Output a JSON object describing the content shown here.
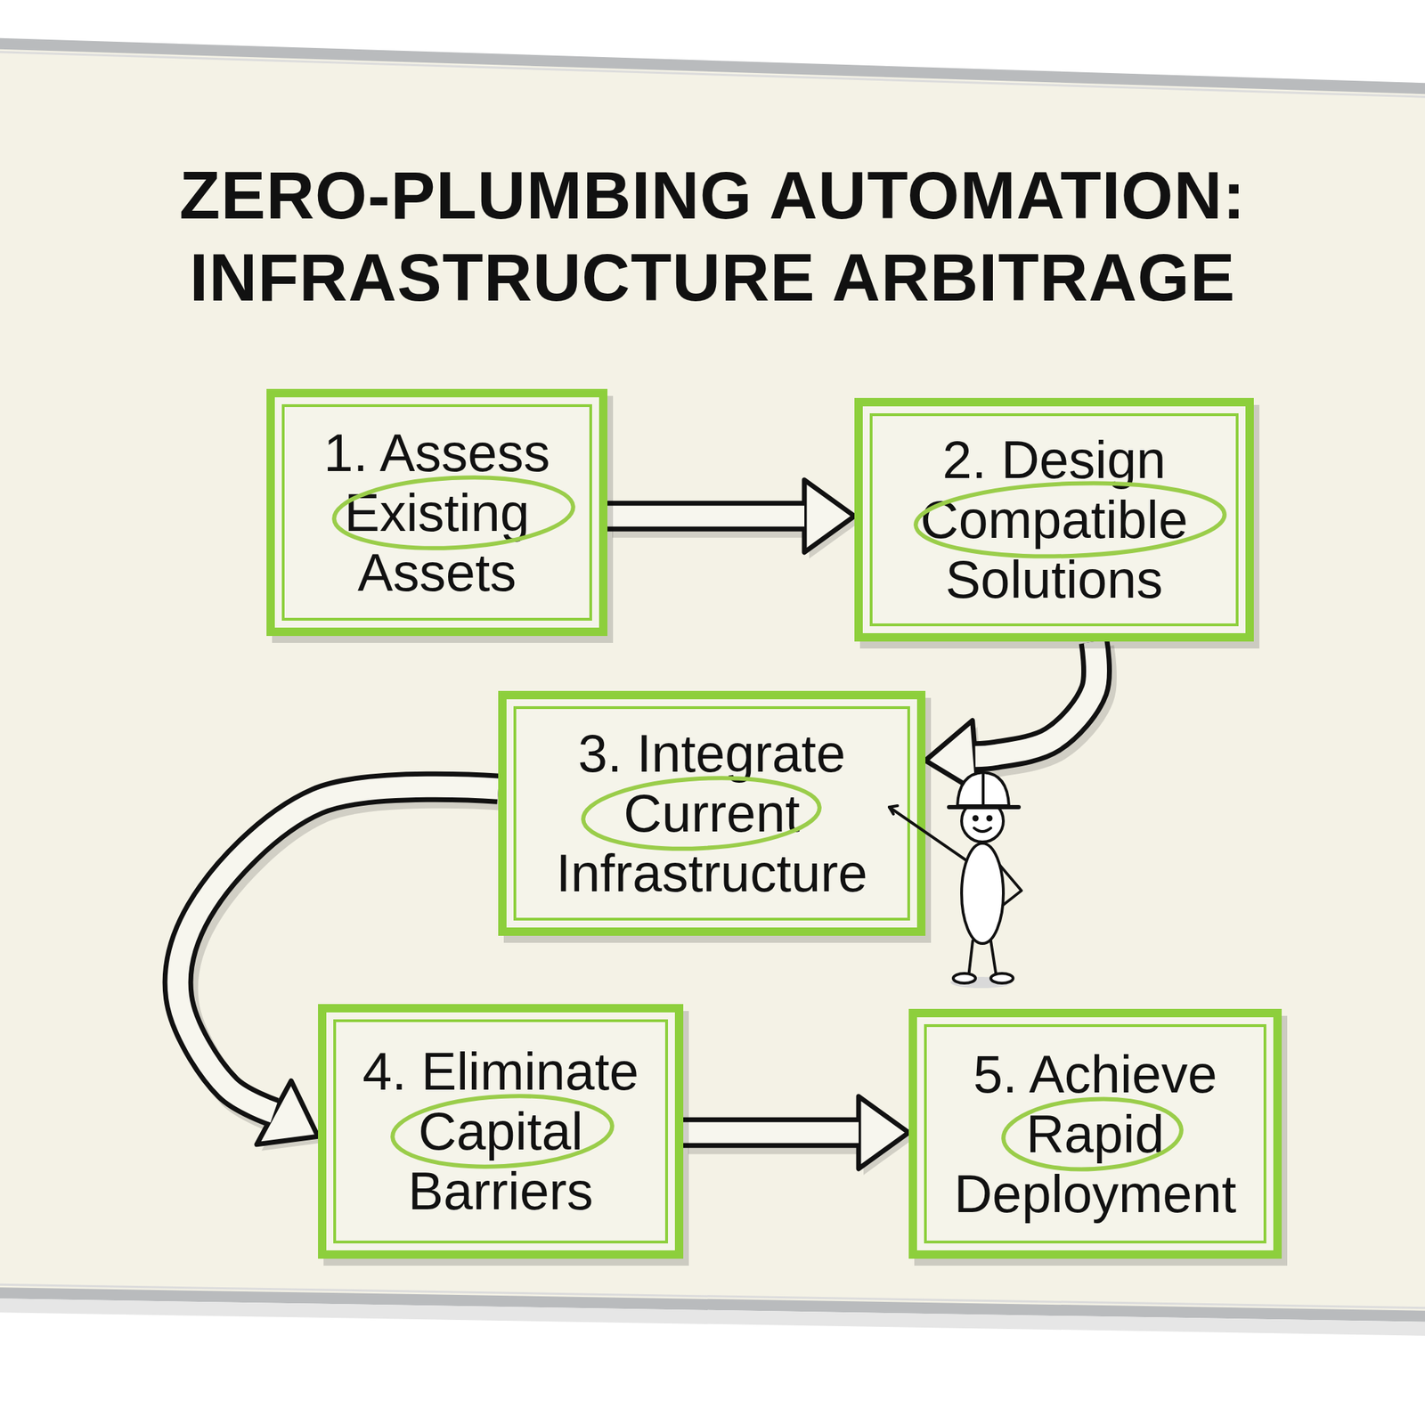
{
  "diagram": {
    "title": "ZERO-PLUMBING AUTOMATION: INFRASTRUCTURE ARBITRAGE",
    "nodes": [
      {
        "text": [
          "1. Assess Existing Assets"
        ]
      },
      {
        "text": [
          "2. Design Compatible Solutions"
        ]
      },
      {
        "text": [
          "3. Integrate Current Infrastructure"
        ]
      },
      {
        "text": [
          "4. Eliminate Capital Barriers"
        ]
      },
      {
        "text": [
          "5. Achieve Rapid Deployment"
        ]
      }
    ],
    "edges": [
      {
        "from": 0,
        "to": 1,
        "arrow": "to"
      },
      {
        "from": 1,
        "to": 2,
        "arrow": "to"
      },
      {
        "from": 2,
        "to": 3,
        "arrow": "to"
      },
      {
        "from": 3,
        "to": 4,
        "arrow": "to"
      }
    ]
  }
}
